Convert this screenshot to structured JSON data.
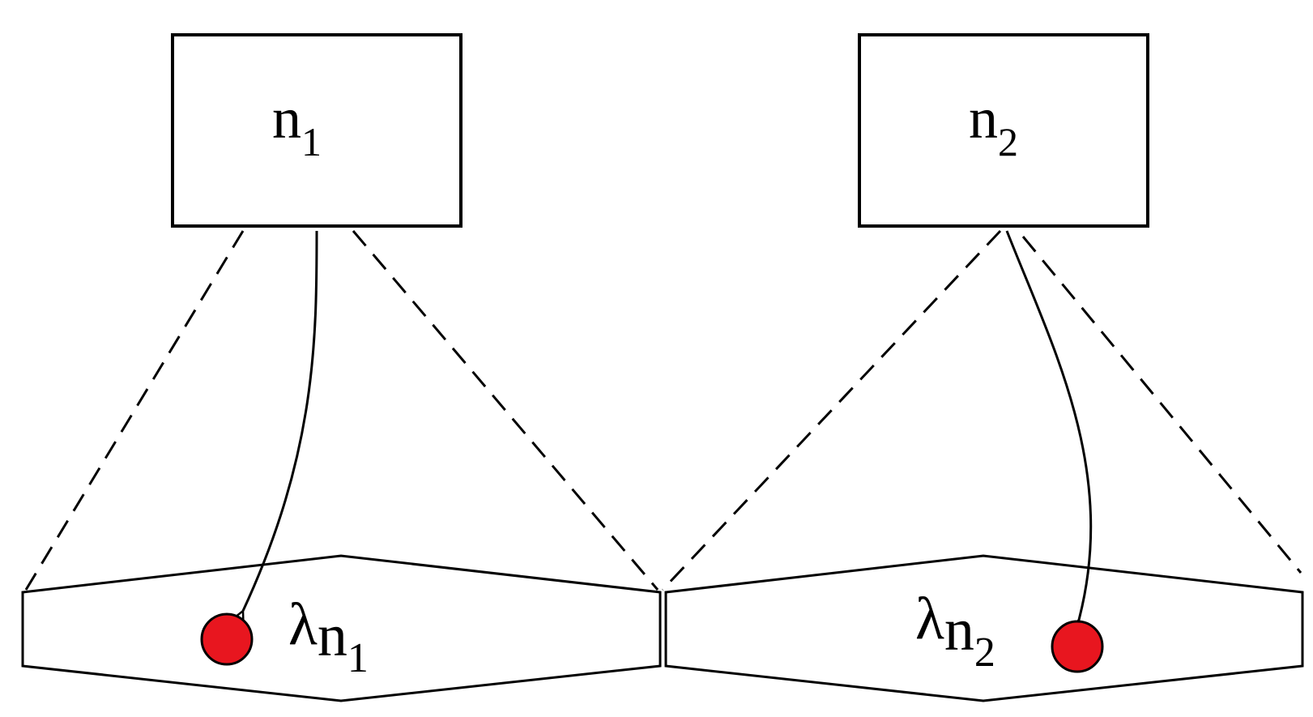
{
  "nodes": [
    {
      "id": "n1",
      "label_main": "n",
      "label_sub": "1"
    },
    {
      "id": "n2",
      "label_main": "n",
      "label_sub": "2"
    }
  ],
  "regions": [
    {
      "id": "n1",
      "label_main": "λ",
      "label_n": "n",
      "label_sub": "1"
    },
    {
      "id": "n2",
      "label_main": "λ",
      "label_n": "n",
      "label_sub": "2"
    }
  ],
  "colors": {
    "stroke": "#000000",
    "dot": "#e8161f",
    "background": "#ffffff"
  }
}
